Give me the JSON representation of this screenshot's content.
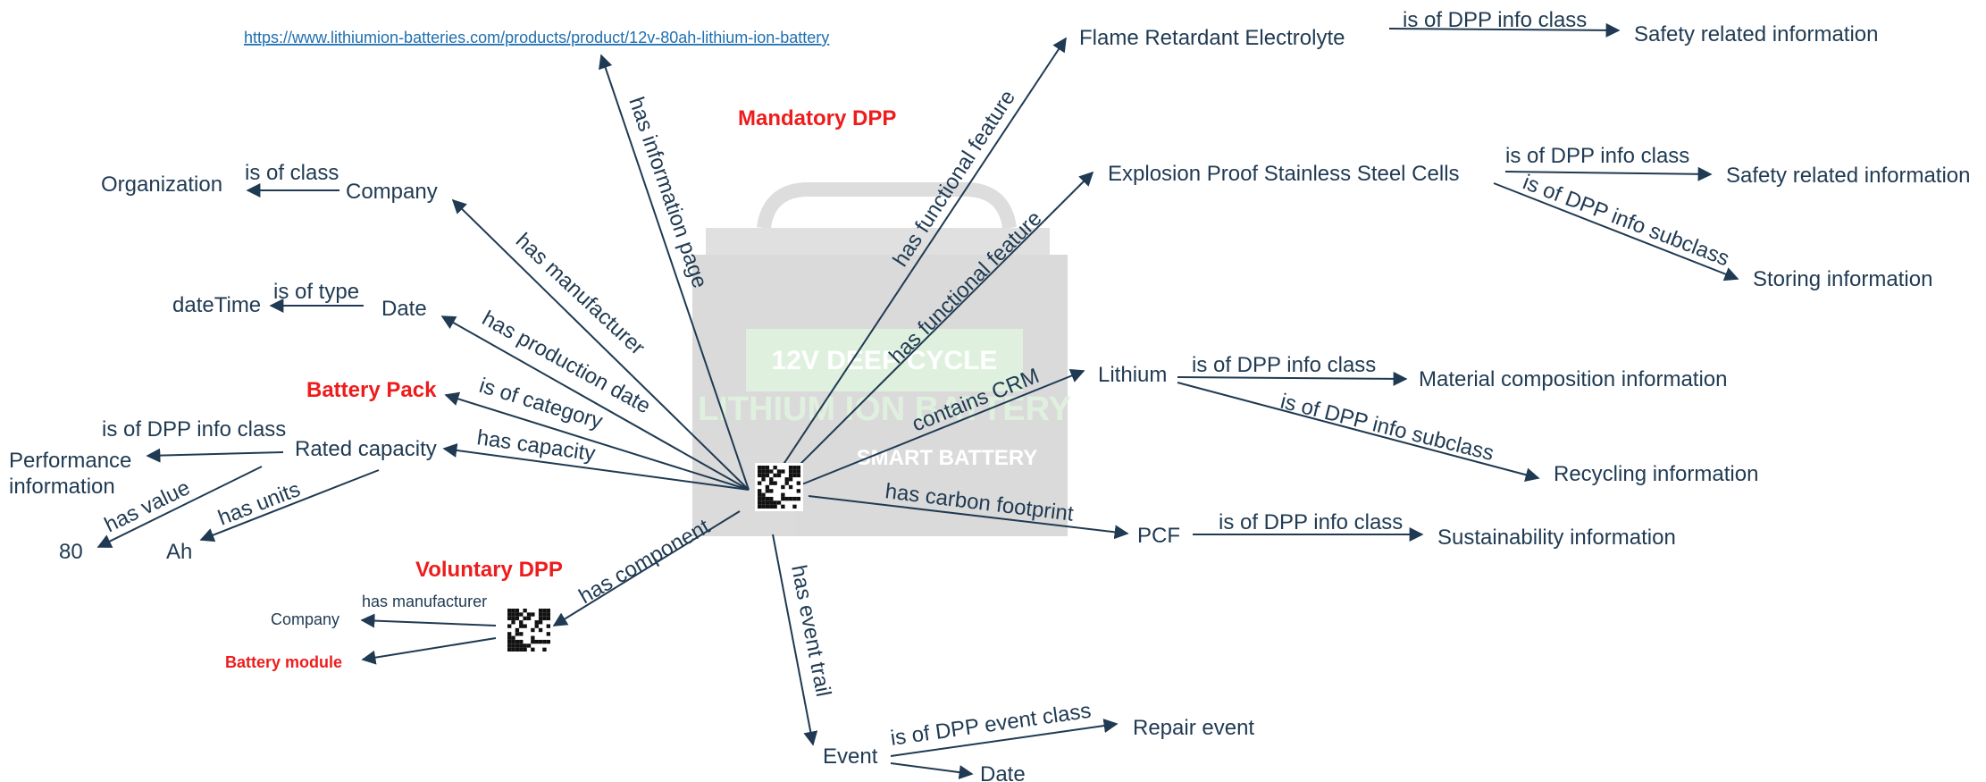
{
  "url": "https://www.lithiumion-batteries.com/products/product/12v-80ah-lithium-ion-battery",
  "battery_label": {
    "line1": "12V DEEP CYCLE",
    "line2": "LITHIUM ION BATTERY",
    "brand": "SMART BATTERY"
  },
  "headings": {
    "mandatory": "Mandatory DPP",
    "battery_pack": "Battery Pack",
    "voluntary": "Voluntary DPP",
    "battery_module": "Battery module"
  },
  "nodes": {
    "organization": "Organization",
    "company": "Company",
    "datetime": "dateTime",
    "date": "Date",
    "rated_capacity": "Rated capacity",
    "performance": [
      "Performance",
      "information"
    ],
    "value_80": "80",
    "ah": "Ah",
    "company_small": "Company",
    "flame": "Flame Retardant Electrolyte",
    "safety1": "Safety related information",
    "explosion": "Explosion Proof Stainless Steel Cells",
    "safety2": "Safety related information",
    "storing": "Storing information",
    "lithium": "Lithium",
    "material": "Material composition information",
    "recycling": "Recycling information",
    "pcf": "PCF",
    "sustainability": "Sustainability information",
    "event": "Event",
    "repair": "Repair event",
    "event_date": "Date"
  },
  "relations": {
    "is_of_class": "is of class",
    "is_of_type": "is of type",
    "is_of_dpp_info_class": "is of DPP info class",
    "has_value": "has value",
    "has_units": "has units",
    "has_manufacturer": "has manufacturer",
    "has_production_date": "has production date",
    "is_of_category": "is of category",
    "has_capacity": "has capacity",
    "has_information_page": "has information page",
    "has_functional_feature": "has functional feature",
    "has_functional_feature_2": "has functional feature",
    "contains_crm": "contains CRM",
    "has_carbon_footprint": "has carbon footprint",
    "has_component": "has component",
    "has_event_trail": "has event trail",
    "has_manufacturer_small": "has manufacturer",
    "flame_class": "is of DPP info class",
    "explosion_class": "is of DPP  info class",
    "explosion_subclass": "is of DPP info subclass",
    "lithium_class": "is of DPP info class",
    "lithium_subclass": "is of DPP info subclass",
    "pcf_class": "is of DPP info class",
    "event_class": "is of DPP event class"
  },
  "colors": {
    "edge": "#1f3a52",
    "accent_red": "#ee1c1c",
    "link": "#1f6fb0"
  },
  "icons": [
    "qr-code-icon",
    "battery-image"
  ]
}
